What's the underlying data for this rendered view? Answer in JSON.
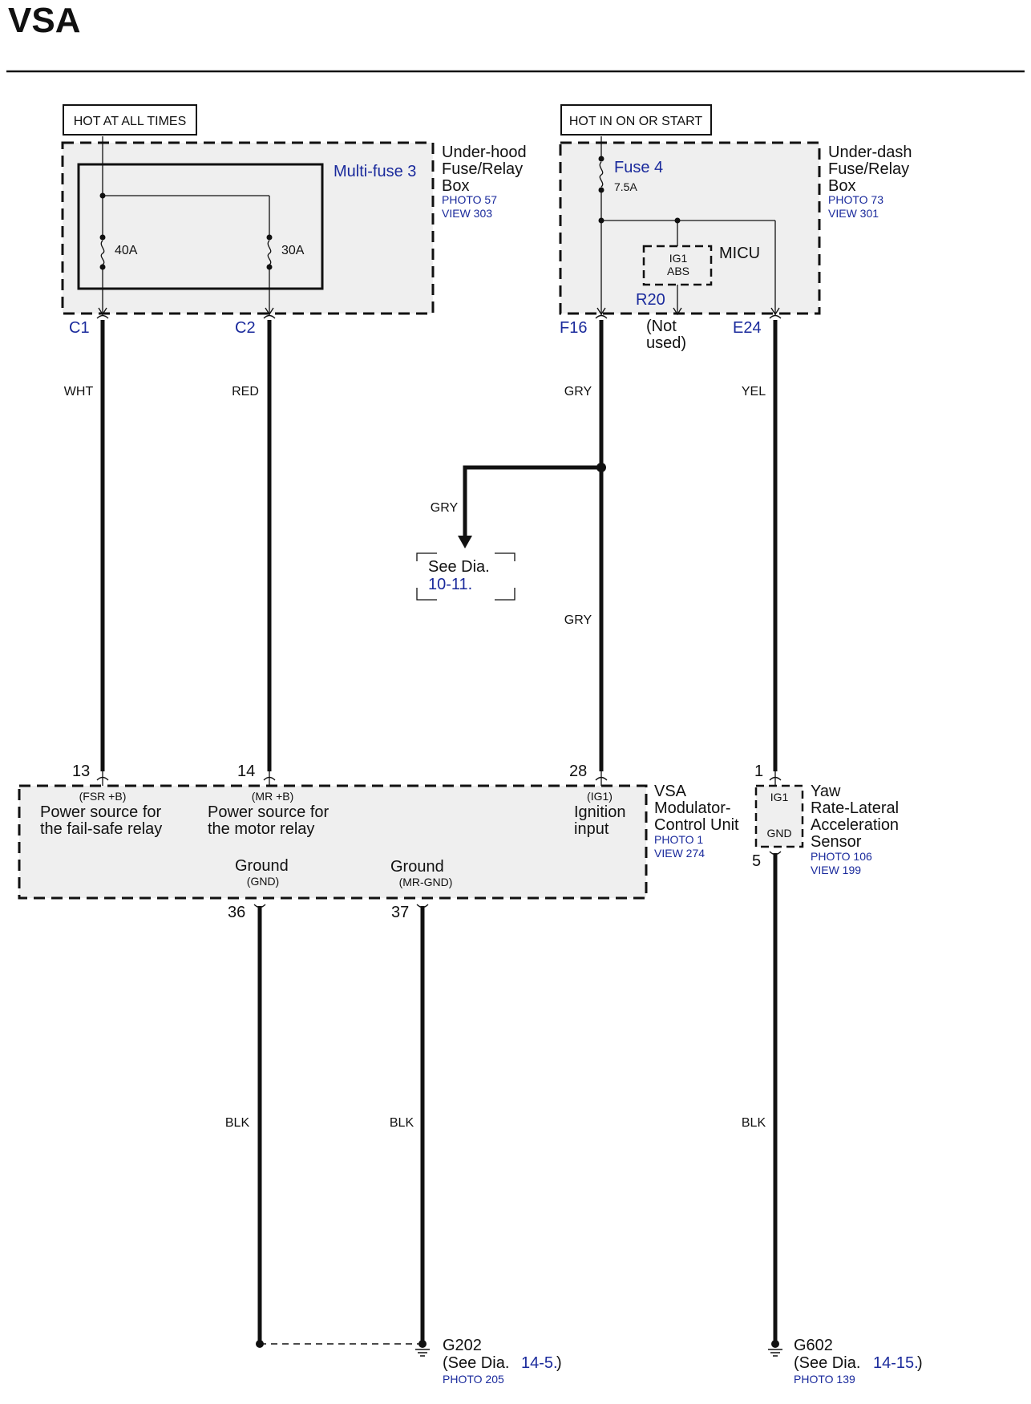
{
  "page_title": "VSA",
  "power_labels": {
    "left": "HOT AT ALL TIMES",
    "right": "HOT IN ON OR START"
  },
  "underhood_box": {
    "name_lines": [
      "Under-hood",
      "Fuse/Relay",
      "Box"
    ],
    "photo": "PHOTO 57",
    "view": "VIEW 303",
    "multifuse": "Multi-fuse 3",
    "fuse_a": "40A",
    "fuse_b": "30A"
  },
  "underdash_box": {
    "name_lines": [
      "Under-dash",
      "Fuse/Relay",
      "Box"
    ],
    "photo": "PHOTO 73",
    "view": "VIEW 301",
    "fuse_name": "Fuse 4",
    "fuse_rating": "7.5A",
    "micu": "MICU",
    "micu_inner": [
      "IG1",
      "ABS"
    ],
    "micu_terminal": "R20",
    "not_used": [
      "(Not",
      "used)"
    ]
  },
  "terminals": {
    "c1": "C1",
    "c2": "C2",
    "f16": "F16",
    "e24": "E24"
  },
  "wire_colors": {
    "c1": "WHT",
    "c2": "RED",
    "f16": "GRY",
    "branch": "GRY",
    "f16_lower": "GRY",
    "e24": "YEL",
    "gnd36": "BLK",
    "gnd37": "BLK",
    "sensor_gnd": "BLK"
  },
  "see_dia": {
    "text": "See  Dia.",
    "ref": "10-11."
  },
  "vsa_unit": {
    "name_lines": [
      "VSA",
      "Modulator-",
      "Control Unit"
    ],
    "photo": "PHOTO 1",
    "view": "VIEW 274",
    "pins": {
      "p13": "13",
      "p14": "14",
      "p28": "28",
      "p36": "36",
      "p37": "37"
    },
    "fsr_code": "(FSR +B)",
    "fsr_lines": [
      "Power source for",
      "the fail-safe relay"
    ],
    "mr_code": "(MR +B)",
    "mr_lines": [
      "Power source for",
      "the motor relay"
    ],
    "ig1_code": "(IG1)",
    "ig1_lines": [
      "Ignition",
      "input"
    ],
    "gnd_label": "Ground",
    "gnd_code": "(GND)",
    "mrgnd_label": "Ground",
    "mrgnd_code": "(MR-GND)"
  },
  "yaw_sensor": {
    "name_lines": [
      "Yaw",
      "Rate-Lateral",
      "Acceleration",
      "Sensor"
    ],
    "photo": "PHOTO 106",
    "view": "VIEW 199",
    "pin_top": "1",
    "pin_bottom": "5",
    "ig1": "IG1",
    "gnd": "GND"
  },
  "ground_g202": {
    "name": "G202",
    "see": "(See  Dia.",
    "ref": "14-5.",
    "close": ")",
    "photo": "PHOTO 205"
  },
  "ground_g602": {
    "name": "G602",
    "see": "(See  Dia.",
    "ref": "14-15.",
    "close": ")",
    "photo": "PHOTO 139"
  }
}
